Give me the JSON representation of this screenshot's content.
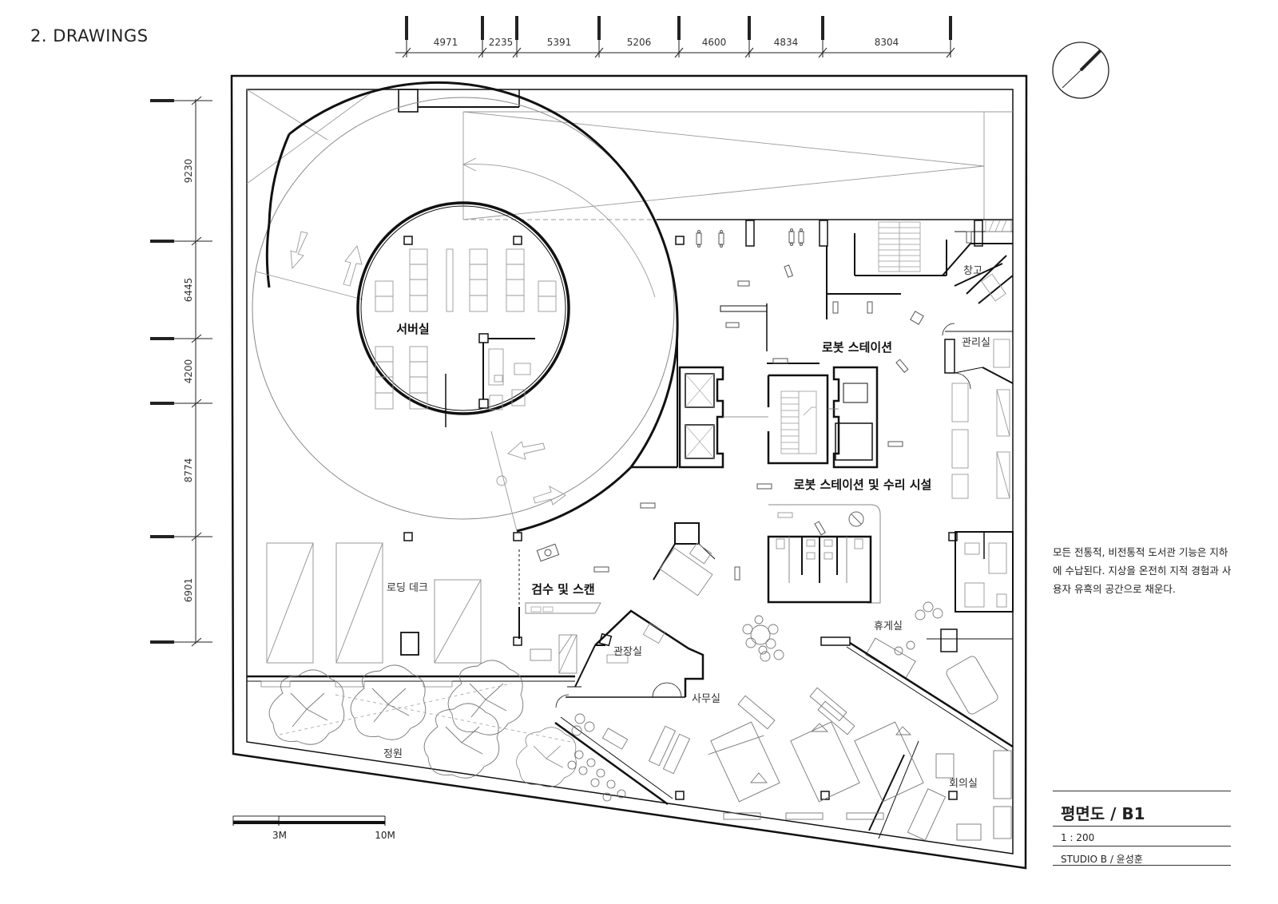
{
  "sheet": {
    "title": "2. DRAWINGS"
  },
  "dimensions": {
    "top": [
      "4971",
      "2235",
      "5391",
      "5206",
      "4600",
      "4834",
      "8304"
    ],
    "left": [
      "9230",
      "6445",
      "4200",
      "8774",
      "6901"
    ]
  },
  "rooms": {
    "server": "서버실",
    "robot_station": "로봇 스테이션",
    "robot_repair": "로봇 스테이션 및 수리 시설",
    "storage": "창고",
    "management": "관리실",
    "loading_dock": "로딩 데크",
    "inspection": "검수 및 스캔",
    "director": "관장실",
    "lounge": "휴게실",
    "office": "사무실",
    "garden": "정원",
    "meeting": "회의실"
  },
  "note": {
    "line1": "모든 전통적, 비전통적 도서관 기능은 지하",
    "line2": "에 수납된다. 지상을 온전히 지적 경험과 사",
    "line3": "용자 유흑의 공간으로 채운다."
  },
  "title_block": {
    "title": "평면도 / B1",
    "scale": "1 : 200",
    "studio": "STUDIO B / 윤성훈"
  },
  "scale_bar": {
    "label_a": "3M",
    "label_b": "10M"
  }
}
